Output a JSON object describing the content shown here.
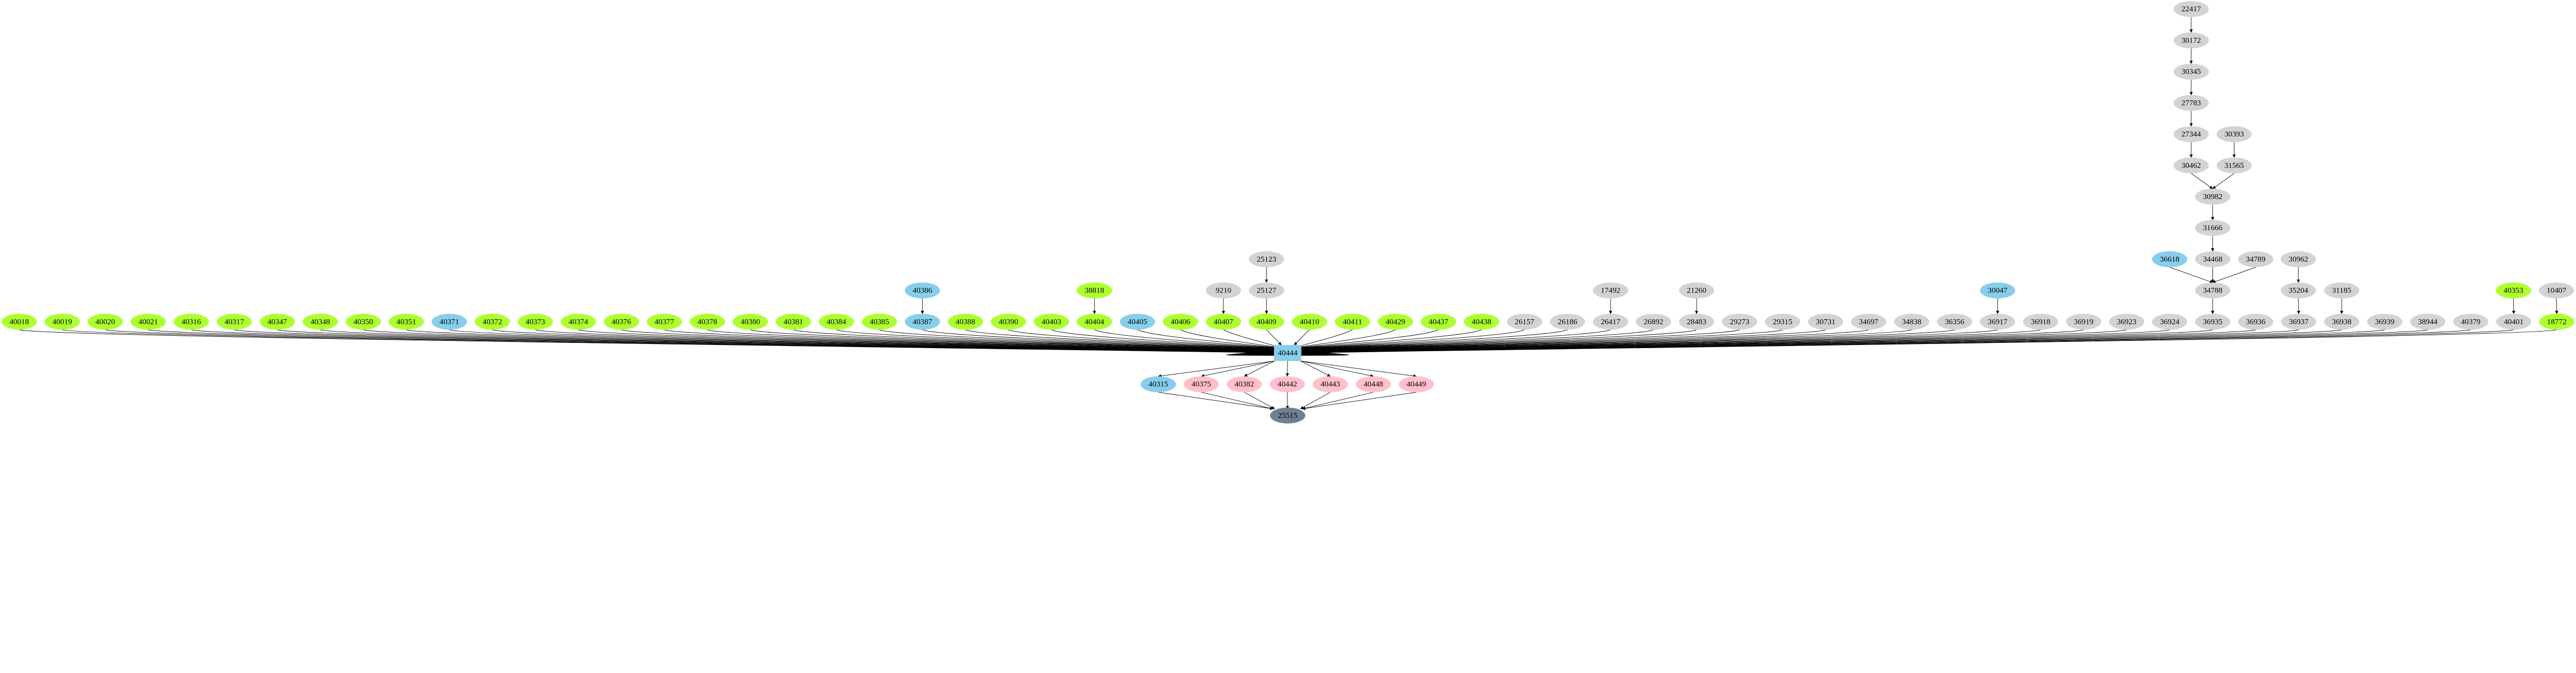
{
  "palette": {
    "green": "#adff2f",
    "blue": "#87ceeb",
    "gray": "#d3d3d3",
    "pink": "#ffc0cb",
    "slate": "#708090"
  },
  "hub": {
    "label": "40444",
    "color": "blue"
  },
  "sink": {
    "label": "25515",
    "color": "slate"
  },
  "inputs": [
    {
      "label": "40018",
      "color": "green"
    },
    {
      "label": "40019",
      "color": "green"
    },
    {
      "label": "40020",
      "color": "green"
    },
    {
      "label": "40021",
      "color": "green"
    },
    {
      "label": "40316",
      "color": "green"
    },
    {
      "label": "40317",
      "color": "green"
    },
    {
      "label": "40347",
      "color": "green"
    },
    {
      "label": "40348",
      "color": "green"
    },
    {
      "label": "40350",
      "color": "green"
    },
    {
      "label": "40351",
      "color": "green"
    },
    {
      "label": "40371",
      "color": "blue"
    },
    {
      "label": "40372",
      "color": "green"
    },
    {
      "label": "40373",
      "color": "green"
    },
    {
      "label": "40374",
      "color": "green"
    },
    {
      "label": "40376",
      "color": "green"
    },
    {
      "label": "40377",
      "color": "green"
    },
    {
      "label": "40378",
      "color": "green"
    },
    {
      "label": "40380",
      "color": "green"
    },
    {
      "label": "40381",
      "color": "green"
    },
    {
      "label": "40384",
      "color": "green"
    },
    {
      "label": "40385",
      "color": "green"
    },
    {
      "label": "40387",
      "color": "blue"
    },
    {
      "label": "40388",
      "color": "green"
    },
    {
      "label": "40390",
      "color": "green"
    },
    {
      "label": "40403",
      "color": "green"
    },
    {
      "label": "40404",
      "color": "green"
    },
    {
      "label": "40405",
      "color": "blue"
    },
    {
      "label": "40406",
      "color": "green"
    },
    {
      "label": "40407",
      "color": "green"
    },
    {
      "label": "40409",
      "color": "green"
    },
    {
      "label": "40410",
      "color": "green"
    },
    {
      "label": "40411",
      "color": "green"
    },
    {
      "label": "40429",
      "color": "green"
    },
    {
      "label": "40437",
      "color": "green"
    },
    {
      "label": "40438",
      "color": "green"
    },
    {
      "label": "26157",
      "color": "gray"
    },
    {
      "label": "26186",
      "color": "gray"
    },
    {
      "label": "26417",
      "color": "gray"
    },
    {
      "label": "26892",
      "color": "gray"
    },
    {
      "label": "28483",
      "color": "gray"
    },
    {
      "label": "29273",
      "color": "gray"
    },
    {
      "label": "29315",
      "color": "gray"
    },
    {
      "label": "30731",
      "color": "gray"
    },
    {
      "label": "34697",
      "color": "gray"
    },
    {
      "label": "34838",
      "color": "gray"
    },
    {
      "label": "36356",
      "color": "gray"
    },
    {
      "label": "36917",
      "color": "gray"
    },
    {
      "label": "36918",
      "color": "gray"
    },
    {
      "label": "36919",
      "color": "gray"
    },
    {
      "label": "36923",
      "color": "gray"
    },
    {
      "label": "36924",
      "color": "gray"
    },
    {
      "label": "36935",
      "color": "gray"
    },
    {
      "label": "36936",
      "color": "gray"
    },
    {
      "label": "36937",
      "color": "gray"
    },
    {
      "label": "36938",
      "color": "gray"
    },
    {
      "label": "36939",
      "color": "gray"
    },
    {
      "label": "38944",
      "color": "gray"
    },
    {
      "label": "40379",
      "color": "gray"
    },
    {
      "label": "40401",
      "color": "gray"
    },
    {
      "label": "18772",
      "color": "green"
    }
  ],
  "outputs": [
    {
      "label": "40315",
      "color": "blue"
    },
    {
      "label": "40375",
      "color": "pink"
    },
    {
      "label": "40382",
      "color": "pink"
    },
    {
      "label": "40442",
      "color": "pink"
    },
    {
      "label": "40443",
      "color": "pink"
    },
    {
      "label": "40448",
      "color": "pink"
    },
    {
      "label": "40449",
      "color": "pink"
    }
  ],
  "upstream": [
    {
      "label": "40386",
      "color": "blue",
      "target": "40387"
    },
    {
      "label": "38818",
      "color": "green",
      "target": "40404"
    },
    {
      "label": "9210",
      "color": "gray",
      "target": "40407"
    },
    {
      "label": "25127",
      "color": "gray",
      "target": "40409"
    },
    {
      "label": "25123",
      "color": "gray",
      "target": "25127"
    },
    {
      "label": "17492",
      "color": "gray",
      "target": "26417"
    },
    {
      "label": "21260",
      "color": "gray",
      "target": "28483"
    },
    {
      "label": "30047",
      "color": "blue",
      "target": "36917"
    },
    {
      "label": "34788",
      "color": "gray",
      "target": "36935"
    },
    {
      "label": "36618",
      "color": "blue",
      "target": "34788"
    },
    {
      "label": "34468",
      "color": "gray",
      "target": "34788"
    },
    {
      "label": "34789",
      "color": "gray",
      "target": "34788"
    },
    {
      "label": "31666",
      "color": "gray",
      "target": "34468"
    },
    {
      "label": "30982",
      "color": "gray",
      "target": "31666"
    },
    {
      "label": "30462",
      "color": "gray",
      "target": "30982"
    },
    {
      "label": "31565",
      "color": "gray",
      "target": "30982"
    },
    {
      "label": "27344",
      "color": "gray",
      "target": "30462"
    },
    {
      "label": "30393",
      "color": "gray",
      "target": "31565"
    },
    {
      "label": "27783",
      "color": "gray",
      "target": "27344"
    },
    {
      "label": "30345",
      "color": "gray",
      "target": "27783"
    },
    {
      "label": "30172",
      "color": "gray",
      "target": "30345"
    },
    {
      "label": "22417",
      "color": "gray",
      "target": "30172"
    },
    {
      "label": "35204",
      "color": "gray",
      "target": "36937"
    },
    {
      "label": "30962",
      "color": "gray",
      "target": "35204"
    },
    {
      "label": "31185",
      "color": "gray",
      "target": "36938"
    },
    {
      "label": "40353",
      "color": "green",
      "target": "40401"
    },
    {
      "label": "10407",
      "color": "gray",
      "target": "18772"
    }
  ]
}
